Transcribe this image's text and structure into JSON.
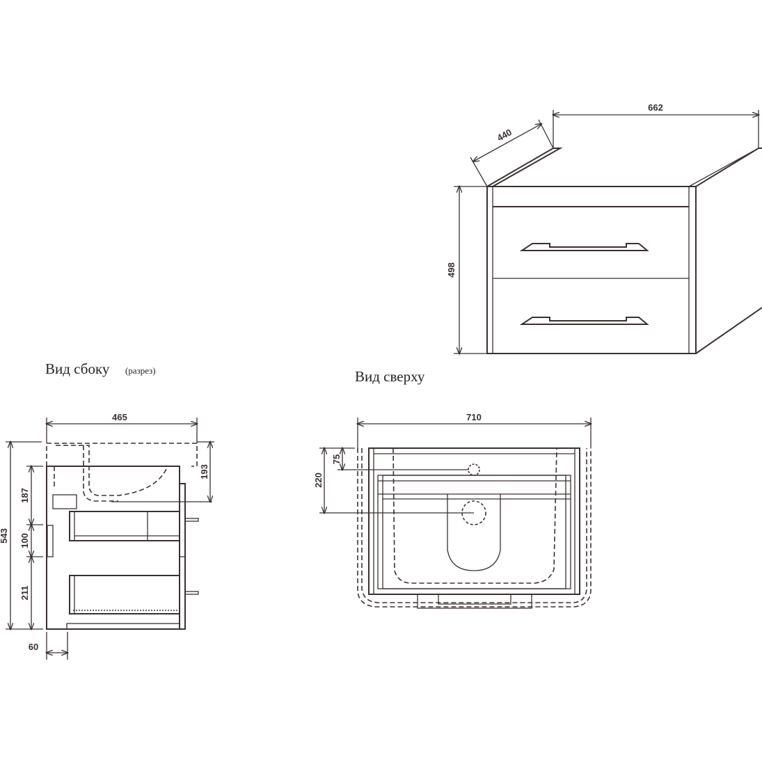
{
  "views": {
    "side_title": "Вид сбоку",
    "side_subtitle": "(разрез)",
    "top_title": "Вид сверху"
  },
  "dimensions": {
    "iso_width": "662",
    "iso_depth": "440",
    "iso_height": "498",
    "side_depth": "465",
    "side_height": "543",
    "side_basin_depth": "193",
    "side_upper": "187",
    "side_middle": "100",
    "side_lower": "211",
    "side_offset": "60",
    "top_width": "710",
    "top_drain": "220",
    "top_tap": "75"
  },
  "colors": {
    "line": "#3a3030"
  }
}
